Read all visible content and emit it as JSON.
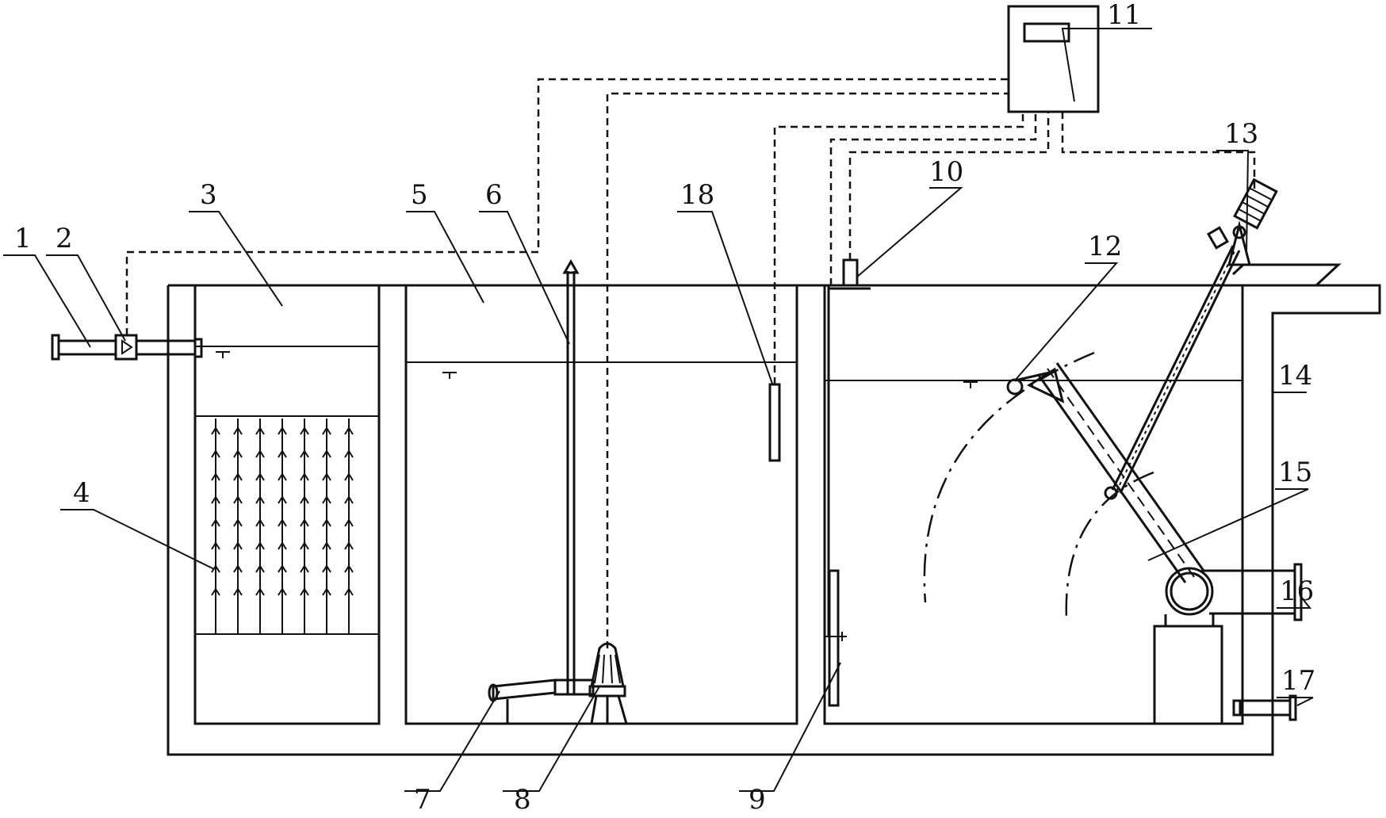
{
  "diagram": {
    "labels": [
      {
        "id": "1",
        "text": "1"
      },
      {
        "id": "2",
        "text": "2"
      },
      {
        "id": "3",
        "text": "3"
      },
      {
        "id": "4",
        "text": "4"
      },
      {
        "id": "5",
        "text": "5"
      },
      {
        "id": "6",
        "text": "6"
      },
      {
        "id": "7",
        "text": "7"
      },
      {
        "id": "8",
        "text": "8"
      },
      {
        "id": "9",
        "text": "9"
      },
      {
        "id": "10",
        "text": "10"
      },
      {
        "id": "11",
        "text": "11"
      },
      {
        "id": "12",
        "text": "12"
      },
      {
        "id": "13",
        "text": "13"
      },
      {
        "id": "14",
        "text": "14"
      },
      {
        "id": "15",
        "text": "15"
      },
      {
        "id": "16",
        "text": "16"
      },
      {
        "id": "17",
        "text": "17"
      },
      {
        "id": "18",
        "text": "18"
      }
    ],
    "colors": {
      "line": "#111111",
      "background": "#ffffff"
    }
  }
}
